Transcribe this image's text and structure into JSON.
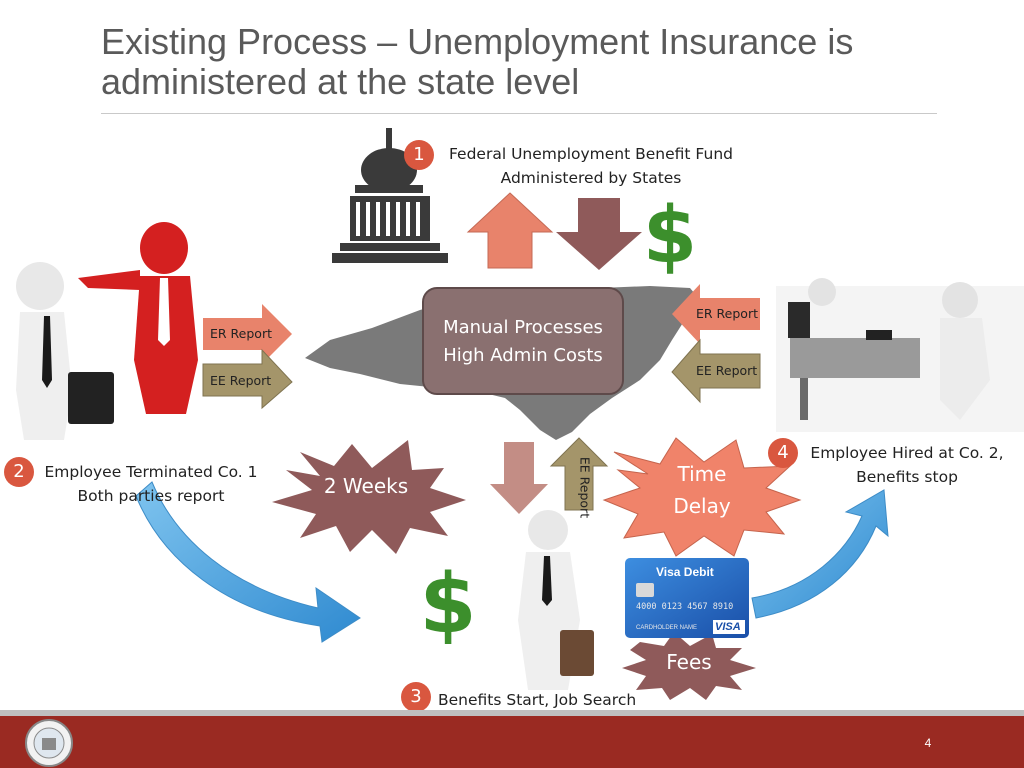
{
  "title": "Existing Process – Unemployment Insurance is administered at the state level",
  "steps": {
    "one": {
      "num": "1",
      "line1": "Federal Unemployment Benefit Fund",
      "line2": "Administered by States"
    },
    "two": {
      "num": "2",
      "line1": "Employee Terminated Co. 1",
      "line2": "Both parties report"
    },
    "three": {
      "num": "3",
      "line1": "Benefits Start, Job Search"
    },
    "four": {
      "num": "4",
      "line1": "Employee Hired at Co. 2,",
      "line2": "Benefits stop"
    }
  },
  "center_box": {
    "line1": "Manual Processes",
    "line2": "High Admin Costs"
  },
  "arrows": {
    "left_er": "ER Report",
    "left_ee": "EE Report",
    "right_er": "ER Report",
    "right_ee": "EE Report",
    "vertical_ee": "EE Report"
  },
  "bursts": {
    "weeks": "2 Weeks",
    "time_delay_1": "Time",
    "time_delay_2": "Delay",
    "fees": "Fees"
  },
  "card": {
    "brand": "Visa Debit",
    "number": "4000 0123 4567 8910",
    "holder": "CARDHOLDER NAME",
    "logo": "VISA"
  },
  "footer": {
    "page_number": "4"
  },
  "colors": {
    "accent": "#d9573f",
    "footer": "#9a2a22",
    "arrow_salmon": "#e8836b",
    "arrow_brown": "#8f5a5a",
    "arrow_khaki": "#a4956a",
    "blue_arrow": "#4b9fd9",
    "green_dollar": "#3c8f2c"
  },
  "icons": [
    "capitol-icon",
    "dollar-icon",
    "visa-card-icon",
    "state-map-icon",
    "seal-icon"
  ]
}
